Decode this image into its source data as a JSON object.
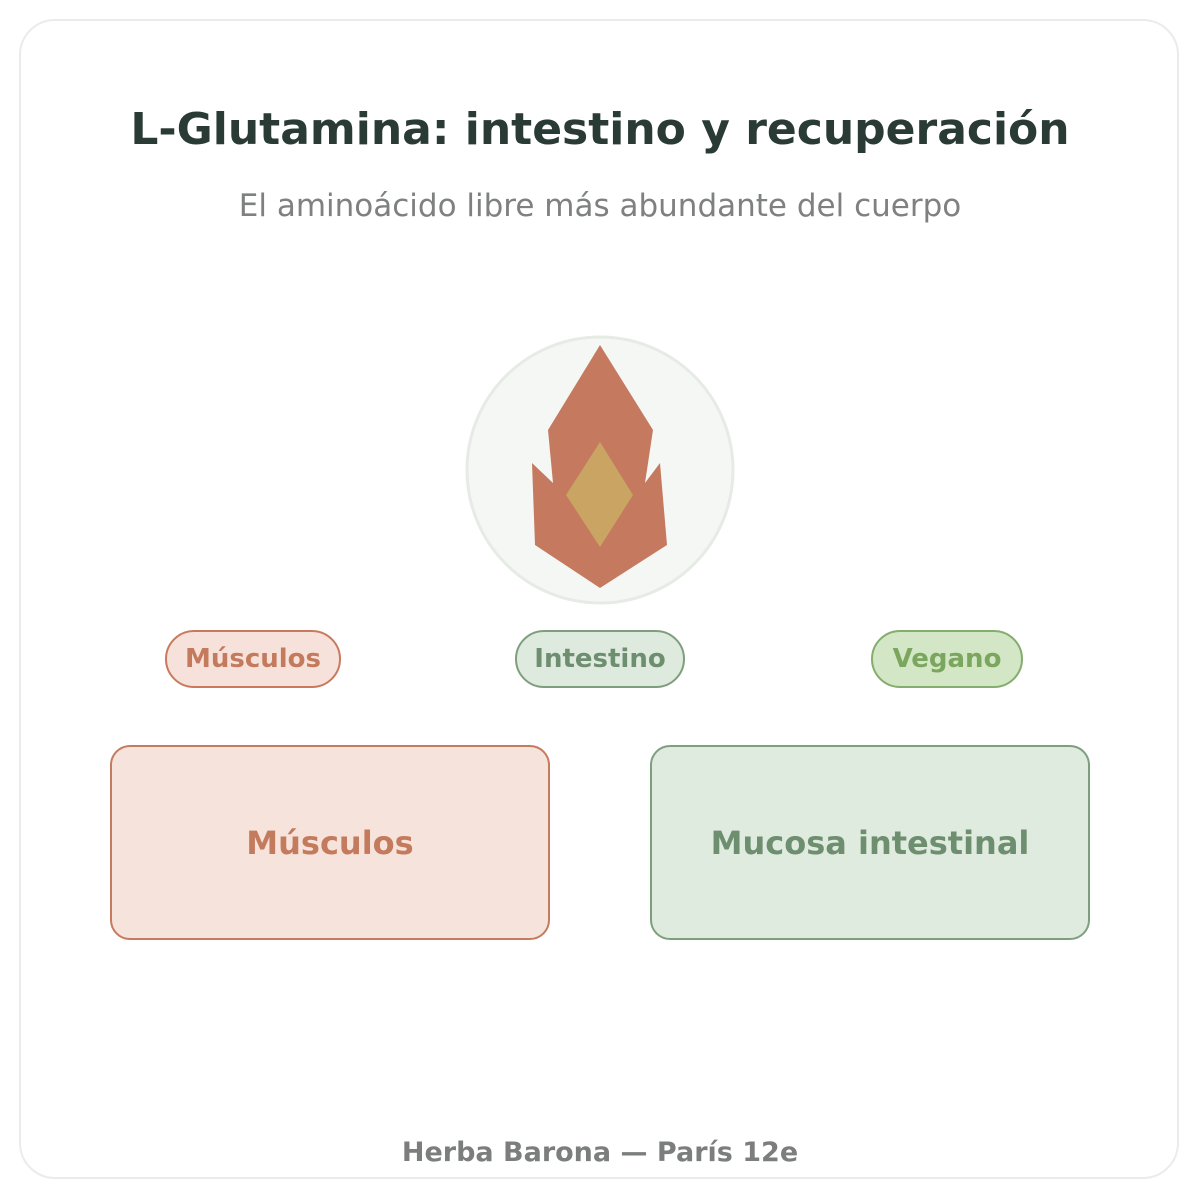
{
  "header": {
    "title": "L-Glutamina: intestino y recuperación",
    "subtitle": "El aminoácido libre más abundante del cuerpo"
  },
  "emblem": {
    "icon": "flame-icon",
    "colors": {
      "circle_fill": "#f5f7f4",
      "circle_stroke": "#e6ebe5",
      "flame": "#c57a5f",
      "core": "#c9a462"
    }
  },
  "tags": [
    {
      "label": "Músculos",
      "color": "#c47a5d"
    },
    {
      "label": "Intestino",
      "color": "#6e8e70"
    },
    {
      "label": "Vegano",
      "color": "#7aa65e"
    }
  ],
  "boxes": [
    {
      "label": "Músculos",
      "color": "#c47a5d"
    },
    {
      "label": "Mucosa intestinal",
      "color": "#6e8e70"
    }
  ],
  "footer": {
    "text": "Herba Barona — París 12e"
  }
}
